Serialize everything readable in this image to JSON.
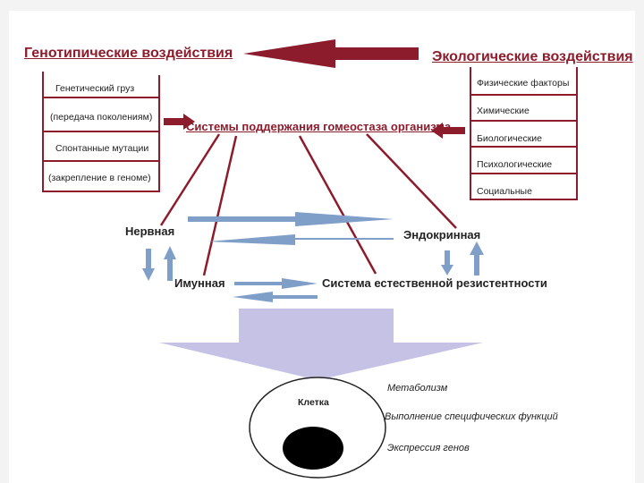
{
  "genotypic": {
    "title": "Генотипические воздействия",
    "items": [
      "Генетический груз",
      "(передача поколениям)",
      "Спонтанные мутации",
      "(закрепление в геноме)"
    ]
  },
  "ecological": {
    "title": "Экологические воздействия",
    "items": [
      "Физические факторы",
      "Химические",
      "Биологические",
      "Психологические",
      "Социальные"
    ]
  },
  "homeostasis": {
    "title": "Системы поддержания гомеостаза организма"
  },
  "systems": {
    "nervous": "Нервная",
    "endocrine": "Эндокринная",
    "immune": "Имунная",
    "resistance": "Система естественной резистентности"
  },
  "cell": {
    "label": "Клетка",
    "functions": [
      "Метаболизм",
      "Выполнение специфических функций",
      "Экспрессия генов"
    ]
  },
  "colors": {
    "red": "#8c1c2c",
    "blue": "#7f9fc9",
    "lavender": "#c6c2e6"
  }
}
